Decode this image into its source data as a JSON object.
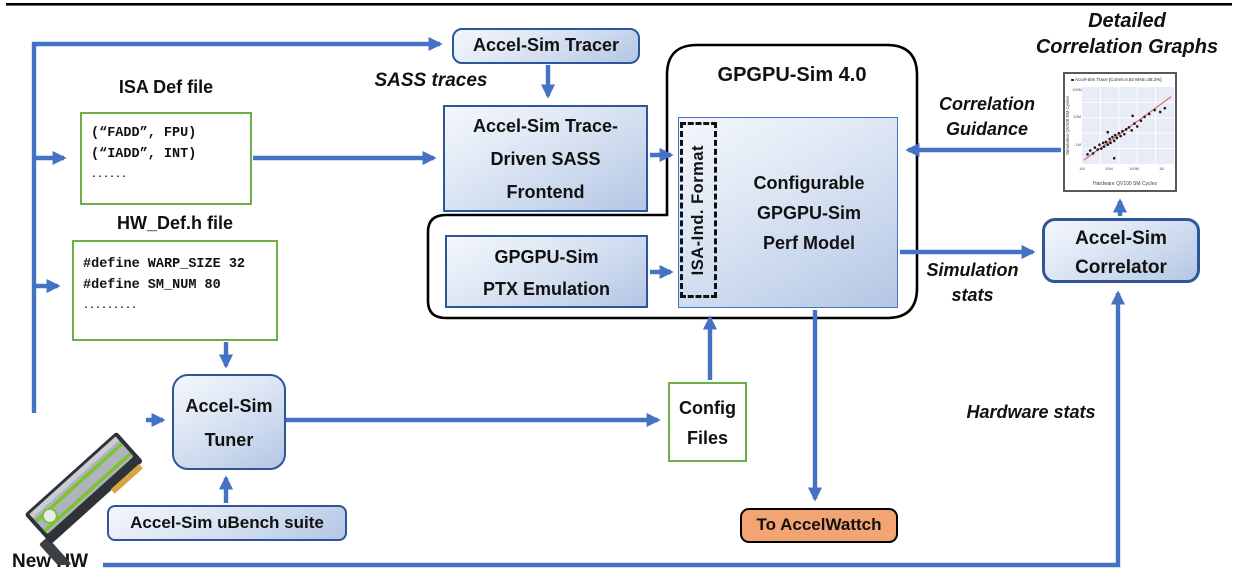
{
  "palette": {
    "arrow_blue": "#4472C4",
    "box_border_blue": "#2E5597",
    "green_border": "#6FAD47",
    "orange_fill": "#F2A472",
    "container_outline": "#000000",
    "fit_line_red": "#E06666"
  },
  "nodes": {
    "tracer": {
      "label": "Accel-Sim Tracer"
    },
    "sass_traces": {
      "label": "SASS traces"
    },
    "isa_def": {
      "title": "ISA Def file",
      "line1": "(“FADD”, FPU)",
      "line2": "(“IADD”, INT)",
      "line3": "......"
    },
    "hw_def": {
      "title": "HW_Def.h file",
      "line1": "#define WARP_SIZE 32",
      "line2": "#define SM_NUM 80",
      "line3": "........."
    },
    "frontend": {
      "line1": "Accel-Sim Trace-",
      "line2": "Driven SASS",
      "line3": "Frontend"
    },
    "gpgpu_container": {
      "title": "GPGPU-Sim 4.0"
    },
    "isa_ind": {
      "label": "ISA-Ind. Format"
    },
    "perf_model": {
      "line1": "Configurable",
      "line2": "GPGPU-Sim",
      "line3": "Perf Model"
    },
    "ptx": {
      "line1": "GPGPU-Sim",
      "line2": "PTX Emulation"
    },
    "tuner": {
      "line1": "Accel-Sim",
      "line2": "Tuner"
    },
    "ubench": {
      "label": "Accel-Sim uBench suite"
    },
    "config_files": {
      "line1": "Config",
      "line2": "Files"
    },
    "accelwattch": {
      "label": "To AccelWattch"
    },
    "correlator": {
      "line1": "Accel-Sim",
      "line2": "Correlator"
    },
    "graphs_title": {
      "line1": "Detailed",
      "line2": "Correlation Graphs"
    },
    "correlation_guidance": {
      "line1": "Correlation",
      "line2": "Guidance"
    },
    "simulation_stats": {
      "line1": "Simulation",
      "line2": "stats"
    },
    "hardware_stats": {
      "label": "Hardware stats"
    },
    "new_hw": {
      "label": "New HW"
    }
  },
  "correlation_graph": {
    "chart_data": {
      "type": "scatter",
      "legend": "Accel-Sim Trace [Correl=0.92 MAE=38.2%]",
      "xlabel": "Hardware QV100 SM Cycles",
      "ylabel": "Simulation QV100 SM Cycles",
      "x_ticks": [
        "1M",
        "10M",
        "100M",
        "1B"
      ],
      "y_ticks": [
        "100M",
        "10M",
        "1M"
      ],
      "axis_scale": "log",
      "grid": true,
      "fit_line": {
        "x1": 2,
        "y1": 76,
        "x2": 97,
        "y2": 10
      },
      "points": [
        [
          6,
          70
        ],
        [
          9,
          66
        ],
        [
          12,
          69
        ],
        [
          14,
          63
        ],
        [
          17,
          65
        ],
        [
          19,
          60
        ],
        [
          21,
          64
        ],
        [
          23,
          58
        ],
        [
          24,
          62
        ],
        [
          26,
          57
        ],
        [
          28,
          60
        ],
        [
          30,
          54
        ],
        [
          31,
          58
        ],
        [
          33,
          52
        ],
        [
          35,
          56
        ],
        [
          36,
          50
        ],
        [
          38,
          53
        ],
        [
          40,
          48
        ],
        [
          42,
          51
        ],
        [
          44,
          46
        ],
        [
          46,
          49
        ],
        [
          48,
          44
        ],
        [
          51,
          42
        ],
        [
          54,
          45
        ],
        [
          57,
          38
        ],
        [
          60,
          41
        ],
        [
          64,
          35
        ],
        [
          68,
          31
        ],
        [
          73,
          28
        ],
        [
          79,
          24
        ],
        [
          85,
          26
        ],
        [
          90,
          22
        ],
        [
          35,
          74
        ],
        [
          28,
          47
        ],
        [
          55,
          30
        ]
      ]
    }
  }
}
